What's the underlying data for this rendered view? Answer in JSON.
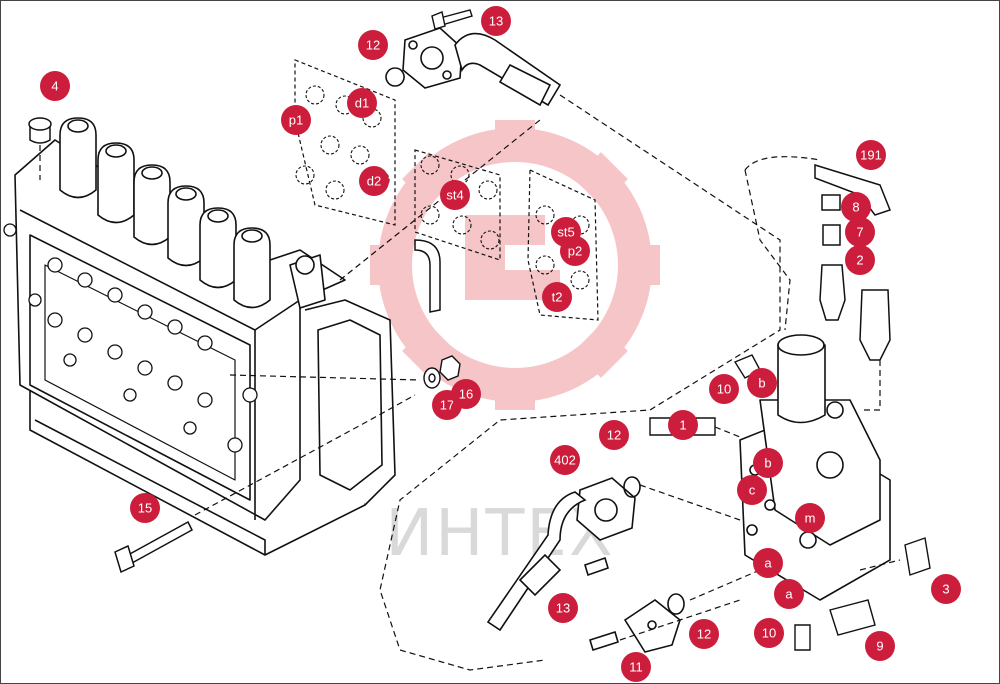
{
  "diagram": {
    "watermark": {
      "text": "ИНТЕХ",
      "color": "#f2b8b8"
    },
    "callout_color": "#cc1e3c",
    "callouts": [
      "4",
      "13",
      "12",
      "d1",
      "p1",
      "d2",
      "st4",
      "st5",
      "p2",
      "t2",
      "191",
      "8",
      "7",
      "2",
      "10",
      "b",
      "1",
      "12",
      "402",
      "b",
      "c",
      "m",
      "a",
      "a",
      "3",
      "15",
      "17",
      "16",
      "13",
      "12",
      "10",
      "9",
      "11"
    ]
  }
}
